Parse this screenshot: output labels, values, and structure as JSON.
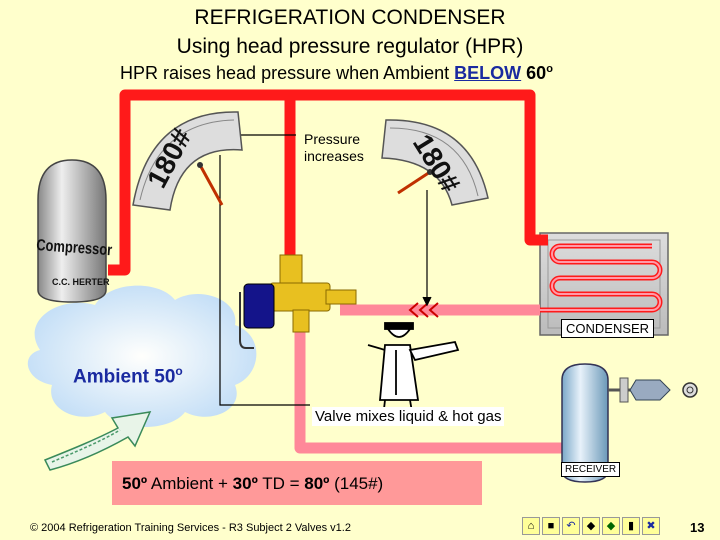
{
  "title_line1": "REFRIGERATION CONDENSER",
  "title_line2": "Using head pressure regulator (HPR)",
  "subtitle": {
    "prefix": "HPR raises head pressure when Ambient ",
    "emphasis": "BELOW",
    "value": " 60",
    "degree": "o"
  },
  "gauge_left": {
    "reading": "180#"
  },
  "gauge_right": {
    "reading": "180#"
  },
  "pressure_label_line1": "Pressure",
  "pressure_label_line2": "increases",
  "compressor": {
    "label": "Compressor",
    "maker": "C.C. HERTER"
  },
  "condenser_label": "CONDENSER",
  "receiver_label": "RECEIVER",
  "ambient": {
    "text": "Ambient 50",
    "degree": "o"
  },
  "valve_label": "Valve mixes liquid & hot gas",
  "formula": {
    "a": "50º",
    "b": " Ambient + ",
    "c": "30º",
    "d": " TD = ",
    "e": "80º",
    "f": " (145#)"
  },
  "footer": "© 2004 Refrigeration Training Services - R3 Subject 2 Valves v1.2",
  "page_number": "13",
  "colors": {
    "background": "#ffffcc",
    "hot_gas_pipe": "#ff1a1a",
    "liquid_pipe": "#ff8899",
    "valve_brass": "#e8c020",
    "formula_box": "#ff9999",
    "ambient_text": "#1a2aa0"
  },
  "nav_icons": [
    "home-icon",
    "back-icon",
    "return-icon",
    "prev-icon",
    "next-icon",
    "exit-icon"
  ]
}
